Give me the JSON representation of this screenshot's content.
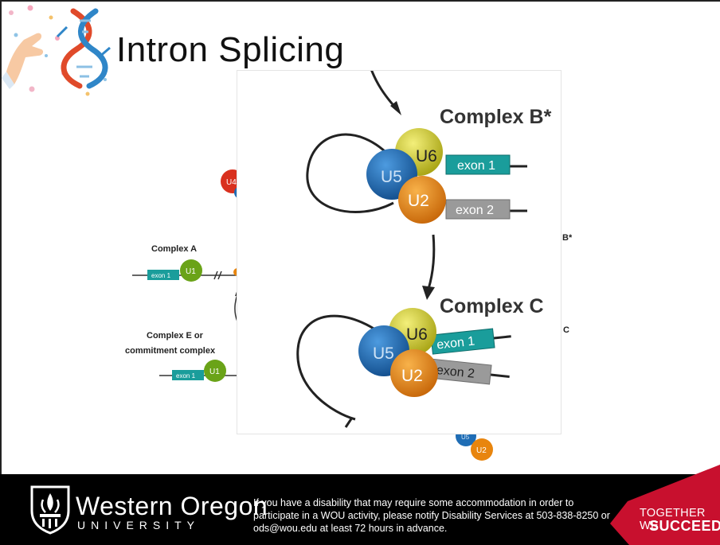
{
  "slide": {
    "title": "Intron Splicing"
  },
  "background_diagram": {
    "complex_a": "Complex A",
    "complex_e": "Complex E or",
    "complex_e_2": "commitment complex",
    "exon1_a": "exon 1",
    "exon1_e": "exon 1",
    "u1_a": "U1",
    "u1_e": "U1",
    "u4": "U4",
    "u5": "U5",
    "u2": "U2",
    "right_b": "B*",
    "right_c": "C"
  },
  "zoom_diagram": {
    "complex_b_title": "Complex B*",
    "complex_c_title": "Complex C",
    "b_u6": "U6",
    "b_u5": "U5",
    "b_u2": "U2",
    "b_exon1": "exon 1",
    "b_exon2": "exon 2",
    "c_u6": "U6",
    "c_u5": "U5",
    "c_u2": "U2",
    "c_exon1": "exon 1",
    "c_exon2": "exon 2"
  },
  "colors": {
    "u1": "#6aa318",
    "u2": "#e8850e",
    "u4": "#d9301e",
    "u5": "#1f6db5",
    "u6": "#c9c421",
    "exon1": "#1a9d9b",
    "exon2": "#9a9a9a",
    "footer": "#000000",
    "accent": "#c8102e"
  },
  "footer": {
    "university_name": "Western Oregon",
    "university_sub": "UNIVERSITY",
    "disability_notice": "If you have a disability that may require some accommodation in order to participate in a WOU activity, please notify Disability Services at 503-838-8250 or ods@wou.edu at least 72 hours in advance.",
    "tagline_1": "TOGETHER WE",
    "tagline_2": "SUCCEED"
  }
}
